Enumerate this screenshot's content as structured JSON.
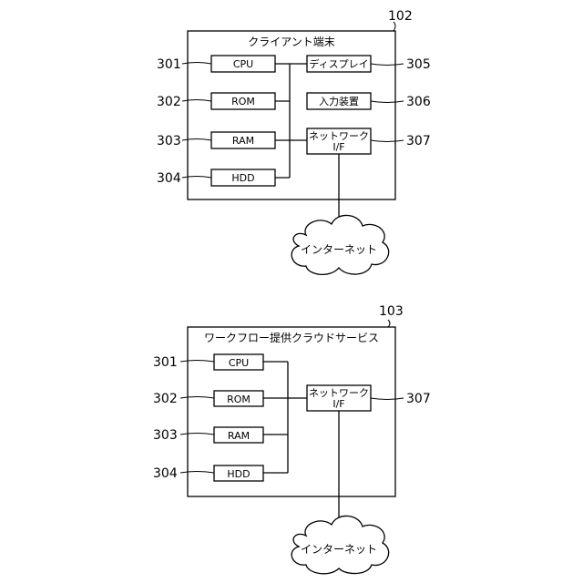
{
  "diagram1": {
    "ref": "102",
    "title": "クライアント端末",
    "left_refs": [
      "301",
      "302",
      "303",
      "304"
    ],
    "left_boxes": [
      "CPU",
      "ROM",
      "RAM",
      "HDD"
    ],
    "right_refs": [
      "305",
      "306",
      "307"
    ],
    "right_boxes": [
      "ディスプレイ",
      "入力装置"
    ],
    "network_line1": "ネットワーク",
    "network_line2": "I/F",
    "cloud": "インターネット"
  },
  "diagram2": {
    "ref": "103",
    "title": "ワークフロー提供クラウドサービス",
    "left_refs": [
      "301",
      "302",
      "303",
      "304"
    ],
    "left_boxes": [
      "CPU",
      "ROM",
      "RAM",
      "HDD"
    ],
    "right_refs": [
      "307"
    ],
    "network_line1": "ネットワーク",
    "network_line2": "I/F",
    "cloud": "インターネット"
  }
}
